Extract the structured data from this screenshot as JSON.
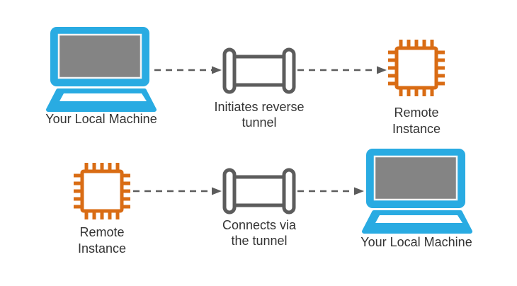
{
  "colors": {
    "laptop_blue": "#29ABE2",
    "screen_gray": "#848484",
    "chip_orange": "#D96C14",
    "connector_gray": "#5C5C5C",
    "label_text": "#333333",
    "background": "#FFFFFF"
  },
  "rows": [
    {
      "source": {
        "type": "laptop",
        "icon": "laptop-icon",
        "label": "Your Local Machine"
      },
      "connector_a": {
        "type": "dashed-arrow",
        "direction": "right"
      },
      "middle": {
        "type": "tunnel",
        "icon": "tunnel-icon",
        "lines": [
          "Initiates reverse",
          "tunnel"
        ]
      },
      "connector_b": {
        "type": "dashed-arrow",
        "direction": "right"
      },
      "target": {
        "type": "chip",
        "icon": "chip-icon",
        "lines": [
          "Remote",
          "Instance"
        ]
      }
    },
    {
      "source": {
        "type": "chip",
        "icon": "chip-icon",
        "lines": [
          "Remote",
          "Instance"
        ]
      },
      "connector_a": {
        "type": "dashed-arrow",
        "direction": "right"
      },
      "middle": {
        "type": "tunnel",
        "icon": "tunnel-icon",
        "lines": [
          "Connects via",
          "the tunnel"
        ]
      },
      "connector_b": {
        "type": "dashed-arrow",
        "direction": "right"
      },
      "target": {
        "type": "laptop",
        "icon": "laptop-icon",
        "label": "Your Local Machine"
      }
    }
  ]
}
